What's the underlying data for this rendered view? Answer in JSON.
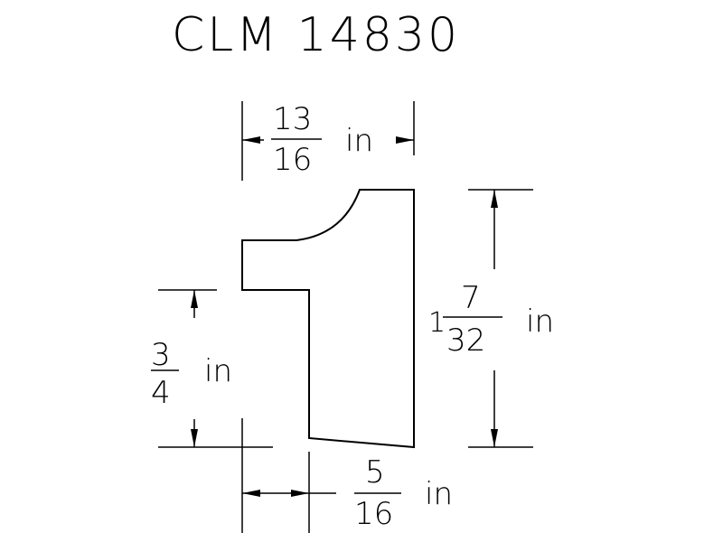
{
  "title": "CLM 14830",
  "dimensions": {
    "top_width": {
      "numerator": "13",
      "denominator": "16",
      "unit": "in"
    },
    "height": {
      "whole": "1",
      "numerator": "7",
      "denominator": "32",
      "unit": "in"
    },
    "left_height": {
      "numerator": "3",
      "denominator": "4",
      "unit": "in"
    },
    "bottom_width": {
      "numerator": "5",
      "denominator": "16",
      "unit": "in"
    }
  }
}
